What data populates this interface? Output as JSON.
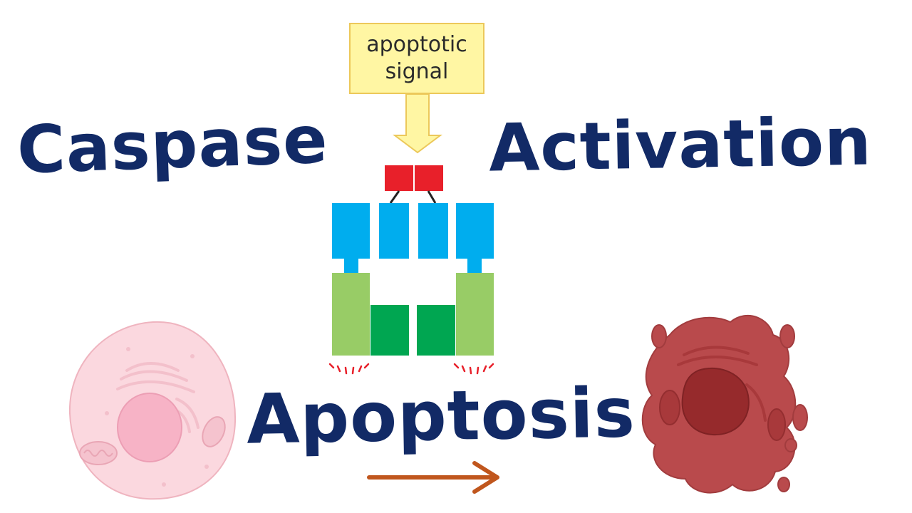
{
  "title": {
    "word1": "Caspase",
    "word2": "Activation",
    "word3": "Apoptosis"
  },
  "signal_box": {
    "line1": "apoptotic",
    "line2": "signal"
  },
  "colors": {
    "title_text": "#122a66",
    "signal_box_fill": "#fff6a3",
    "signal_box_border": "#ecc85a",
    "prodomain_red": "#e8202a",
    "domain_blue": "#00adee",
    "light_green": "#98cc66",
    "dark_green": "#00a651",
    "healthy_cell": "#fbd8df",
    "healthy_nucleus": "#f7b3c6",
    "apoptotic_cell": "#b94a4c",
    "apoptotic_nucleus": "#962a2c",
    "process_arrow": "#c0561d"
  },
  "icons": {
    "healthy_cell": "healthy-cell-illustration",
    "apoptotic_cell": "apoptotic-cell-illustration",
    "signal_arrow": "down-arrow-icon",
    "process_arrow": "right-arrow-icon"
  }
}
